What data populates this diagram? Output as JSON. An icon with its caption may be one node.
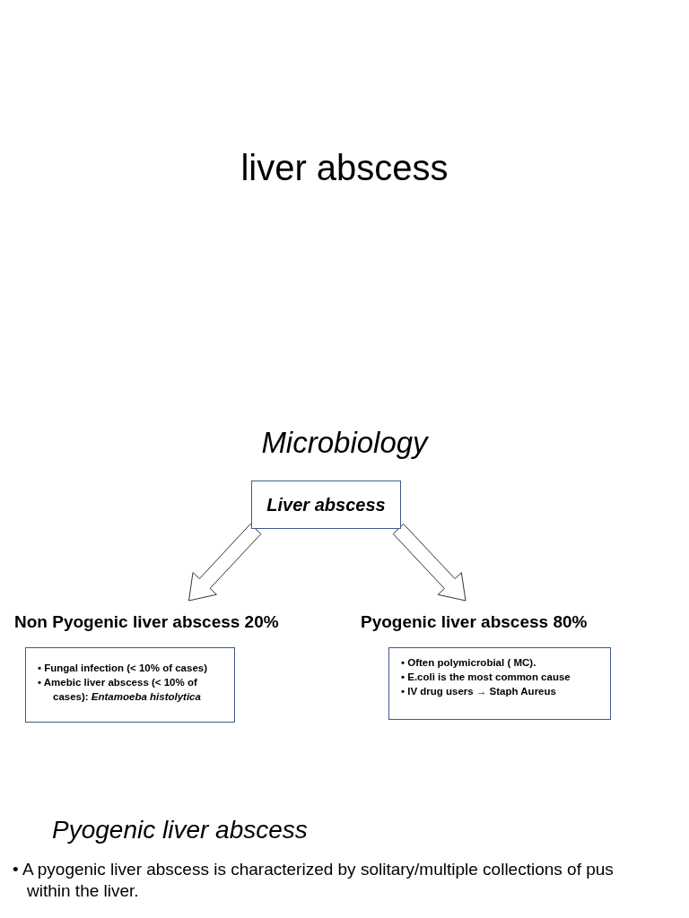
{
  "diagram": {
    "title": "liver abscess",
    "nodes": [
      {
        "text": [
          "Liver abscess"
        ]
      },
      {
        "text": [
          "Non Pyogenic liver abscess 20%"
        ]
      },
      {
        "text": [
          "Pyogenic liver abscess 80%"
        ]
      },
      {
        "text": [
          "• Fungal infection (< 10% of cases)",
          "• Amebic liver abscess (< 10% of cases): *Entamoeba histolytica*"
        ]
      },
      {
        "text": [
          "• Often polymicrobial ( MC).",
          "• E.coli is the most common cause",
          "• IV drug users → Staph Aureus"
        ]
      }
    ],
    "edges": [
      {
        "from": 0,
        "to": 1,
        "arrow": "to"
      },
      {
        "from": 0,
        "to": 2,
        "arrow": "to"
      }
    ],
    "labels": [
      "Microbiology",
      "Pyogenic liver abscess",
      "• A pyogenic liver abscess is characterized by solitary/multiple collections of pus within the liver."
    ]
  }
}
